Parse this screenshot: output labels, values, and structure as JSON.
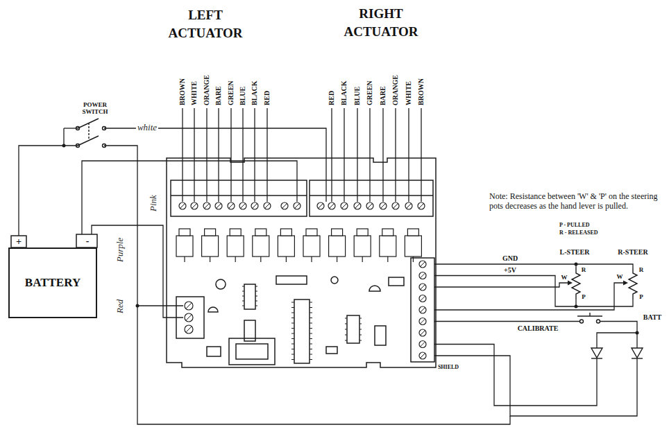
{
  "diagram": {
    "nodes": [
      {
        "text": [
          "BATTERY"
        ]
      }
    ],
    "labels": [
      "LEFT ACTUATOR",
      "RIGHT ACTUATOR",
      "POWER SWITCH",
      "white",
      "Pink",
      "Purple",
      "Red",
      "+",
      "-",
      "BROWN",
      "WHITE",
      "ORANGE",
      "BARE",
      "GREEN",
      "BLUE",
      "BLACK",
      "RED",
      "RED",
      "BLACK",
      "BLUE",
      "GREEN",
      "BARE",
      "ORANGE",
      "WHITE",
      "BROWN",
      "Note: Resistance between 'W' & 'P' on the steering pots decreases as the hand lever is pulled.",
      "P - PULLED",
      "R - RELEASED",
      "L-STEER",
      "R-STEER",
      "GND",
      "+5V",
      "R",
      "W",
      "P",
      "R",
      "W",
      "P",
      "CALIBRATE",
      "BATT",
      "SHIELD"
    ]
  }
}
